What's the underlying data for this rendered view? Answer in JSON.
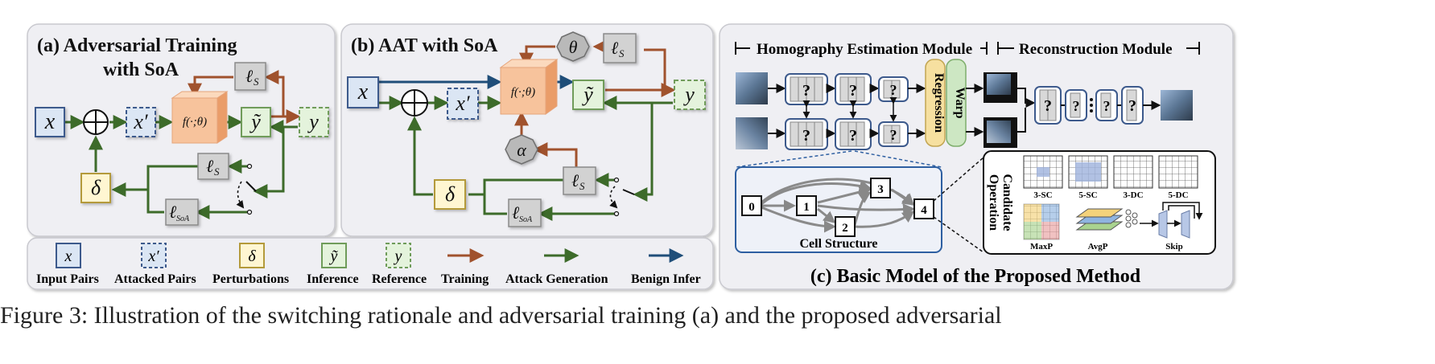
{
  "panel_a": {
    "title_line1": "(a) Adversarial Training",
    "title_line2": "with SoA",
    "node_x": "x",
    "node_xprime": "x′",
    "node_f": "f(·;θ)",
    "node_ytilde": "ỹ",
    "node_y": "y",
    "node_delta": "δ",
    "node_ls_top": "ℓ",
    "node_ls_top_sub": "S",
    "node_ls_mid": "ℓ",
    "node_ls_mid_sub": "S",
    "node_lsoa": "ℓ",
    "node_lsoa_sub": "SoA",
    "plus": "⊕"
  },
  "panel_b": {
    "title": "(b) AAT with SoA",
    "node_x": "x",
    "node_xprime": "x′",
    "node_f": "f(·;θ)",
    "node_ytilde": "ỹ",
    "node_y": "y",
    "node_delta": "δ",
    "node_theta": "θ",
    "node_alpha": "α",
    "node_ls_top": "ℓ",
    "node_ls_top_sub": "S",
    "node_ls_mid": "ℓ",
    "node_ls_mid_sub": "S",
    "node_lsoa": "ℓ",
    "node_lsoa_sub": "SoA",
    "plus": "⊕"
  },
  "panel_c": {
    "section_homography": "Homography Estimation Module",
    "section_reconstruction": "Reconstruction Module",
    "block_q": "?",
    "regression": "Regression",
    "warp": "Warp",
    "cell_nodes": [
      "0",
      "1",
      "2",
      "3",
      "4"
    ],
    "cell_title": "Cell Structure",
    "candidate_label_line1": "Candidate",
    "candidate_label_line2": "Operation",
    "ops": [
      "3-SC",
      "5-SC",
      "3-DC",
      "5-DC",
      "MaxP",
      "AvgP",
      "Skip"
    ],
    "caption": "(c) Basic Model of the Proposed Method"
  },
  "legend": {
    "items": [
      {
        "symbol": "x",
        "label": "Input Pairs"
      },
      {
        "symbol": "x′",
        "label": "Attacked Pairs"
      },
      {
        "symbol": "δ",
        "label": "Perturbations"
      },
      {
        "symbol": "ỹ",
        "label": "Inference"
      },
      {
        "symbol": "y",
        "label": "Reference"
      }
    ],
    "arrows": [
      {
        "label": "Training",
        "color": "#a0522d"
      },
      {
        "label": "Attack Generation",
        "color": "#3d6b2a"
      },
      {
        "label": "Benign Infer",
        "color": "#1f4e79"
      }
    ]
  },
  "figure_caption": "Figure 3: Illustration of the switching rationale and adversarial training (a) and the proposed adversarial",
  "colors": {
    "training": "#a0522d",
    "attack": "#3d6b2a",
    "benign": "#1f4e79",
    "panel_bg": "#efeff3",
    "x_fill": "#dbe6f4",
    "x_stroke": "#3d5a8c",
    "delta_fill": "#fff6d2",
    "delta_stroke": "#b49a3a",
    "green_fill": "#e4f3dc",
    "green_stroke": "#6f9c5a",
    "gray_fill": "#d2d2d2",
    "gray_stroke": "#8a8a8a",
    "f_fill": "#f7c39c",
    "regression_fill": "#f6e0a0",
    "warp_fill": "#cde7c3"
  }
}
